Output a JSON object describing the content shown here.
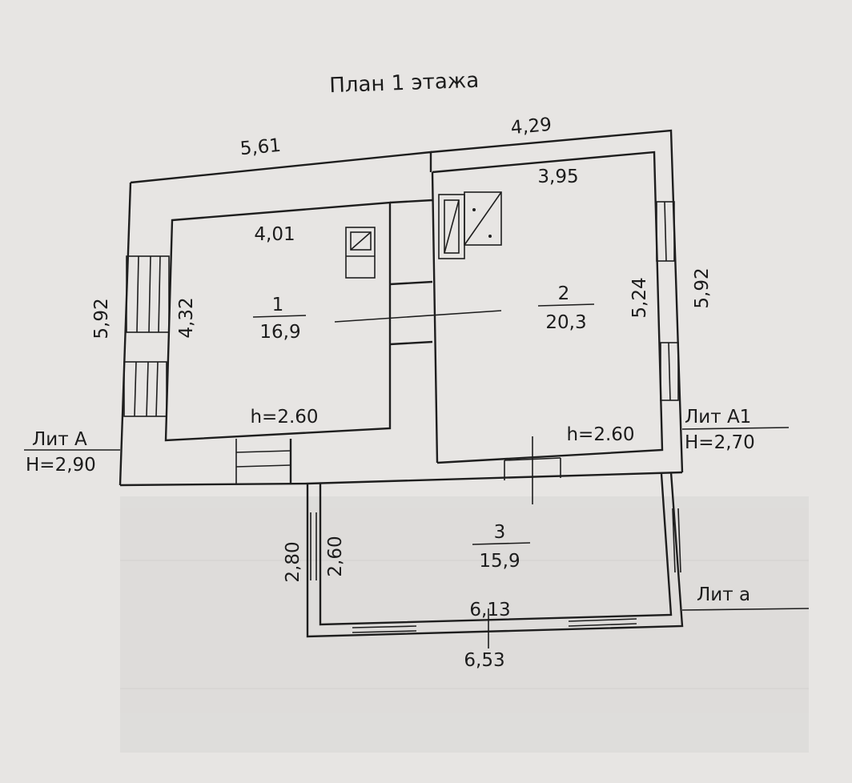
{
  "title": "План 1 этажа",
  "dimensions": {
    "top_left": "5,61",
    "top_right": "4,29",
    "left_outer": "5,92",
    "right_outer": "5,92",
    "bottom_outer": "6,53",
    "left_annex_outer": "2,80"
  },
  "rooms": [
    {
      "number": "1",
      "area": "16,9",
      "height": "h=2.60",
      "width": "4,01",
      "depth": "4,32"
    },
    {
      "number": "2",
      "area": "20,3",
      "height": "h=2.60",
      "width": "3,95",
      "depth": "5,24"
    },
    {
      "number": "3",
      "area": "15,9",
      "width": "6,13",
      "depth": "2,60"
    }
  ],
  "liters": {
    "a_name": "Лит  А",
    "a_height": "Н=2,90",
    "a1_name": "Лит  А1",
    "a1_height": "Н=2,70",
    "annex_name": "Лит  а"
  }
}
